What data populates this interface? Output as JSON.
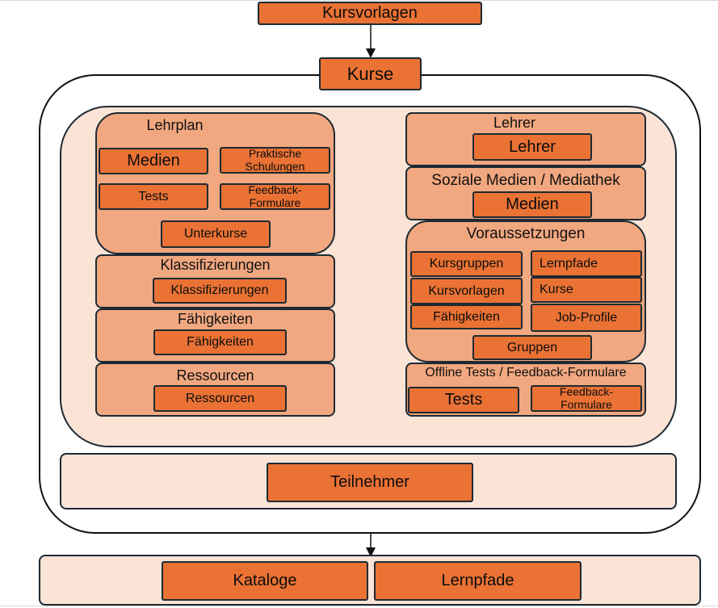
{
  "top": {
    "kursvorlagen": "Kursvorlagen",
    "kurse": "Kurse"
  },
  "left": {
    "lehrplan": {
      "title": "Lehrplan",
      "medien": "Medien",
      "praktische": "Praktische Schulungen",
      "tests": "Tests",
      "feedback": "Feedback-Formulare",
      "unterkurse": "Unterkurse"
    },
    "klassifizierungen": {
      "title": "Klassifizierungen",
      "item": "Klassifizierungen"
    },
    "faehigkeiten": {
      "title": "Fähigkeiten",
      "item": "Fähigkeiten"
    },
    "ressourcen": {
      "title": "Ressourcen",
      "item": "Ressourcen"
    }
  },
  "right": {
    "lehrer": {
      "title": "Lehrer",
      "item": "Lehrer"
    },
    "soziale": {
      "title": "Soziale Medien / Mediathek",
      "item": "Medien"
    },
    "voraussetzungen": {
      "title": "Voraussetzungen",
      "kursgruppen": "Kursgruppen",
      "lernpfade": "Lernpfade",
      "kursvorlagen": "Kursvorlagen",
      "kurse": "Kurse",
      "faehigkeiten": "Fähigkeiten",
      "jobprofile": "Job-Profile",
      "gruppen": "Gruppen"
    },
    "offline": {
      "title": "Offline Tests / Feedback-Formulare",
      "tests": "Tests",
      "feedback": "Feedback-Formulare"
    }
  },
  "teilnehmer": "Teilnehmer",
  "bottom": {
    "kataloge": "Kataloge",
    "lernpfade": "Lernpfade"
  },
  "colors": {
    "orange": "#ea7234",
    "section": "#f1a77f",
    "pale": "#fbe3d6",
    "border": "#1d2a33"
  }
}
